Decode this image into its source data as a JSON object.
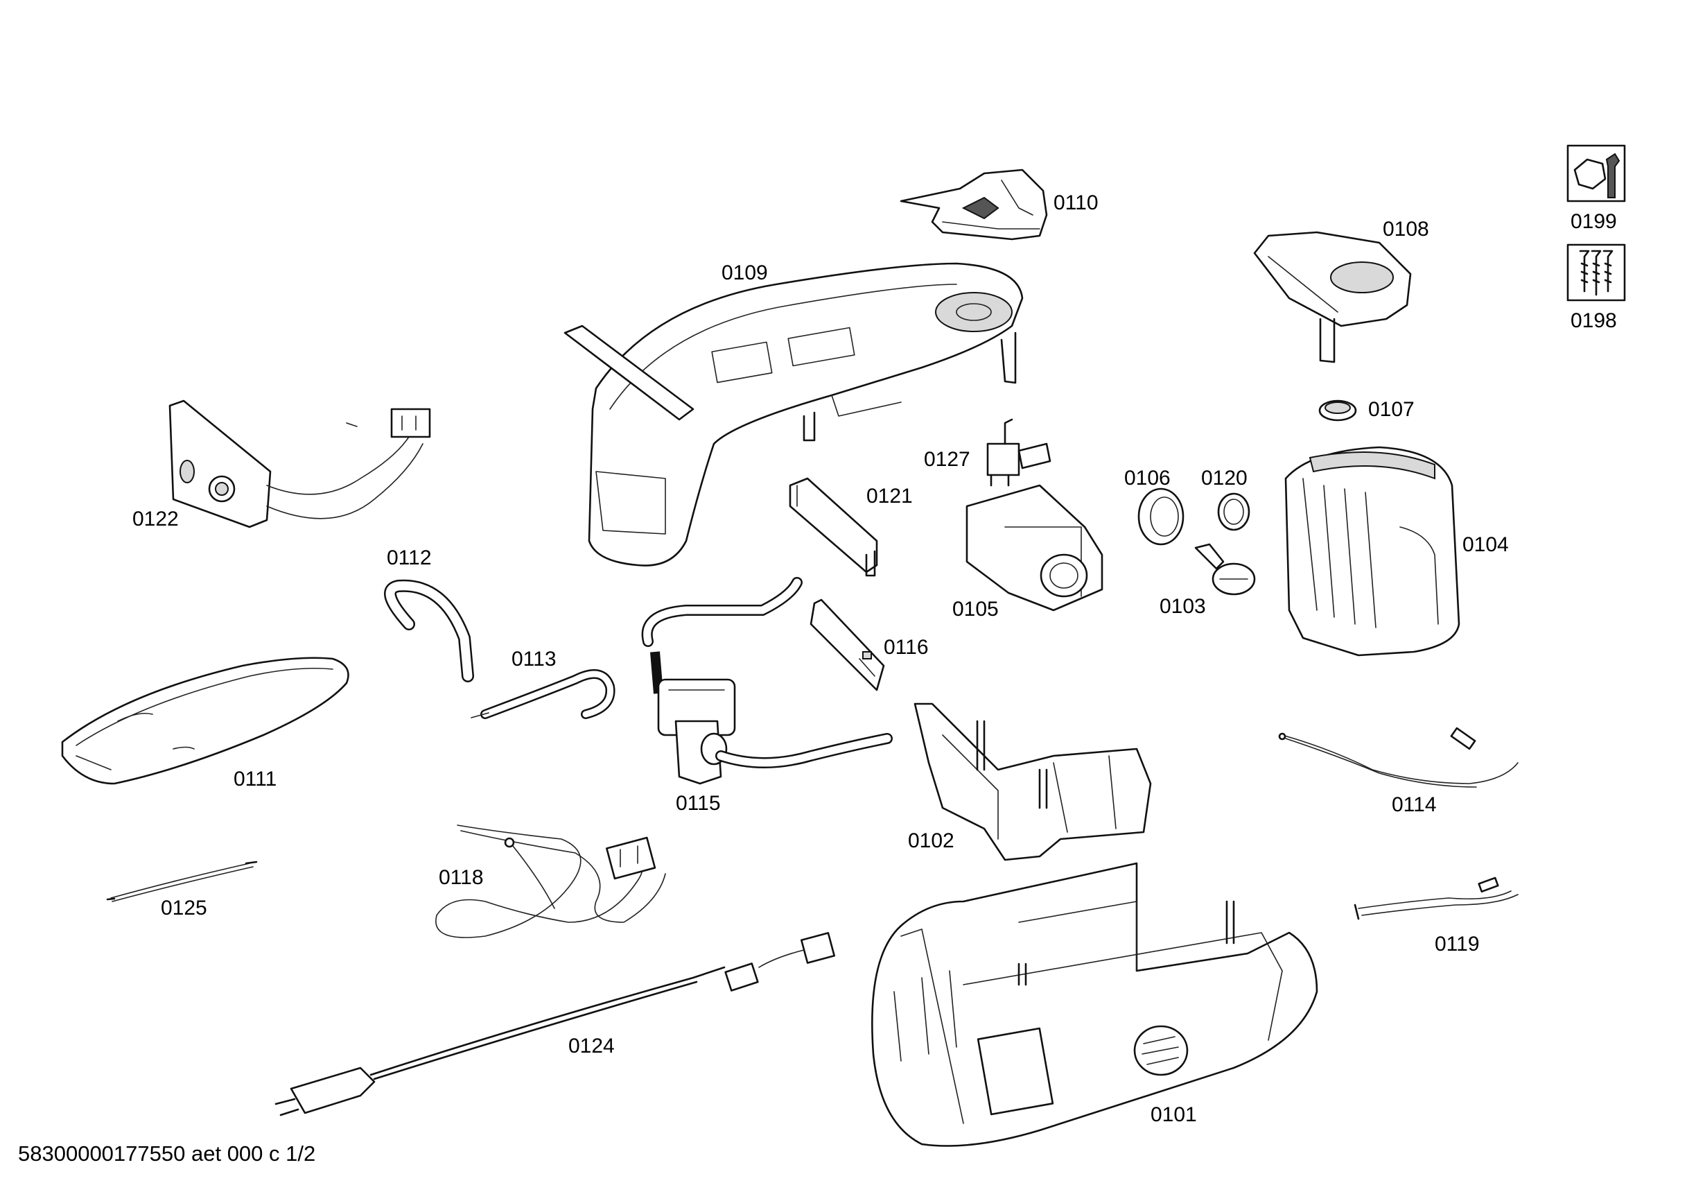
{
  "parts": [
    {
      "id": "0101"
    },
    {
      "id": "0102"
    },
    {
      "id": "0103"
    },
    {
      "id": "0104"
    },
    {
      "id": "0105"
    },
    {
      "id": "0106"
    },
    {
      "id": "0107"
    },
    {
      "id": "0108"
    },
    {
      "id": "0109"
    },
    {
      "id": "0110"
    },
    {
      "id": "0111"
    },
    {
      "id": "0112"
    },
    {
      "id": "0113"
    },
    {
      "id": "0114"
    },
    {
      "id": "0115"
    },
    {
      "id": "0116"
    },
    {
      "id": "0118"
    },
    {
      "id": "0119"
    },
    {
      "id": "0120"
    },
    {
      "id": "0121"
    },
    {
      "id": "0122"
    },
    {
      "id": "0124"
    },
    {
      "id": "0125"
    },
    {
      "id": "0127"
    }
  ],
  "kits": [
    {
      "id": "0199",
      "icon": "nut-wrench-icon"
    },
    {
      "id": "0198",
      "icon": "screws-icon"
    }
  ],
  "footer": {
    "reference": "58300000177550 aet 000 c 1/2"
  }
}
